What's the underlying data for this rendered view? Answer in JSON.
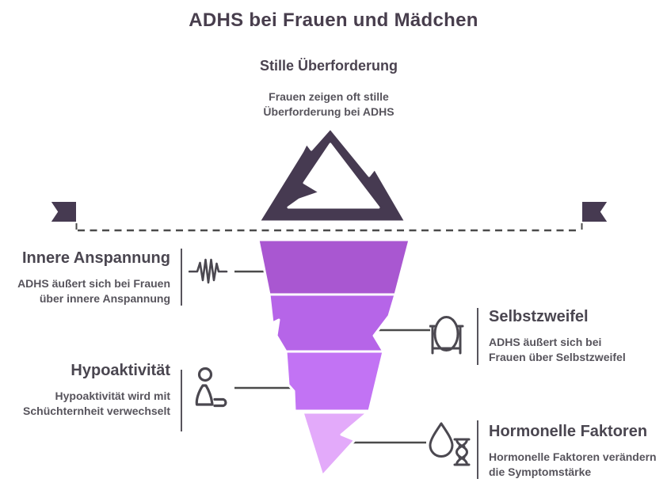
{
  "header": {
    "title": "ADHS bei Frauen und Mädchen"
  },
  "surface": {
    "heading": "Stille Überforderung",
    "description_lines": [
      "Frauen zeigen oft stille",
      "Überforderung bei ADHS"
    ]
  },
  "blocks": [
    {
      "id": "innere-anspannung",
      "side": "left",
      "heading": "Innere Anspannung",
      "description_lines": [
        "ADHS äußert sich bei Frauen",
        "über innere Anspannung"
      ],
      "icon": "vibration-icon"
    },
    {
      "id": "selbstzweifel",
      "side": "right",
      "heading": "Selbstzweifel",
      "description_lines": [
        "ADHS äußert sich bei",
        "Frauen über Selbstzweifel"
      ],
      "icon": "mirror-icon"
    },
    {
      "id": "hypoaktivitaet",
      "side": "left",
      "heading": "Hypoaktivität",
      "description_lines": [
        "Hypoaktivität wird mit",
        "Schüchternheit verwechselt"
      ],
      "icon": "sitting-person-icon"
    },
    {
      "id": "hormonelle-faktoren",
      "side": "right",
      "heading": "Hormonelle Faktoren",
      "description_lines": [
        "Hormonelle Faktoren verändern",
        "die Symptomstärke"
      ],
      "icon": "droplet-dna-icon"
    }
  ],
  "colors": {
    "background": "#ffffff",
    "mountain": "#463a51",
    "ribbon": "#463a51",
    "waterline": "#4b4b4b",
    "connector": "#4a4a4a",
    "heading_text": "#4a4650",
    "body_text": "#57545c",
    "icon_stroke": "#4b4850",
    "iceberg_segment_1": "#a957d1",
    "iceberg_segment_2": "#b665e8",
    "iceberg_segment_3": "#c273f4",
    "iceberg_segment_4": "#e3aafa"
  }
}
